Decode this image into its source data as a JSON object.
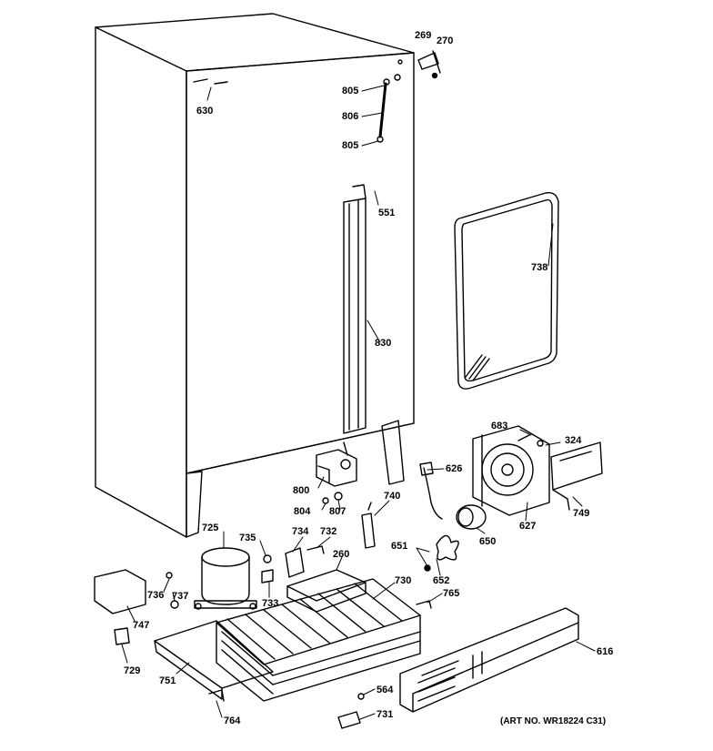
{
  "diagram": {
    "art_number": "(ART NO. WR18224 C31)",
    "callouts": [
      {
        "id": "c269",
        "text": "269"
      },
      {
        "id": "c270",
        "text": "270"
      },
      {
        "id": "c630",
        "text": "630"
      },
      {
        "id": "c805a",
        "text": "805"
      },
      {
        "id": "c806",
        "text": "806"
      },
      {
        "id": "c805b",
        "text": "805"
      },
      {
        "id": "c551",
        "text": "551"
      },
      {
        "id": "c738",
        "text": "738"
      },
      {
        "id": "c830",
        "text": "830"
      },
      {
        "id": "c683",
        "text": "683"
      },
      {
        "id": "c324",
        "text": "324"
      },
      {
        "id": "c626",
        "text": "626"
      },
      {
        "id": "c800",
        "text": "800"
      },
      {
        "id": "c804",
        "text": "804"
      },
      {
        "id": "c807",
        "text": "807"
      },
      {
        "id": "c740",
        "text": "740"
      },
      {
        "id": "c627",
        "text": "627"
      },
      {
        "id": "c749",
        "text": "749"
      },
      {
        "id": "c725",
        "text": "725"
      },
      {
        "id": "c735",
        "text": "735"
      },
      {
        "id": "c734",
        "text": "734"
      },
      {
        "id": "c732",
        "text": "732"
      },
      {
        "id": "c260",
        "text": "260"
      },
      {
        "id": "c650",
        "text": "650"
      },
      {
        "id": "c651",
        "text": "651"
      },
      {
        "id": "c652",
        "text": "652"
      },
      {
        "id": "c730",
        "text": "730"
      },
      {
        "id": "c765",
        "text": "765"
      },
      {
        "id": "c736",
        "text": "736"
      },
      {
        "id": "c737",
        "text": "737"
      },
      {
        "id": "c733",
        "text": "733"
      },
      {
        "id": "c747",
        "text": "747"
      },
      {
        "id": "c616",
        "text": "616"
      },
      {
        "id": "c729",
        "text": "729"
      },
      {
        "id": "c751",
        "text": "751"
      },
      {
        "id": "c564",
        "text": "564"
      },
      {
        "id": "c731",
        "text": "731"
      },
      {
        "id": "c764",
        "text": "764"
      }
    ]
  }
}
